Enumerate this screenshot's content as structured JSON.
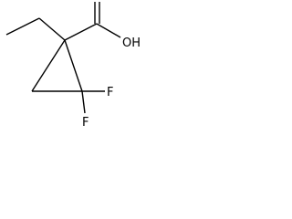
{
  "molecule": {
    "atom_labels": {
      "carboxyl_oh": "OH",
      "fluorine_1": "F",
      "fluorine_2": "F"
    }
  }
}
